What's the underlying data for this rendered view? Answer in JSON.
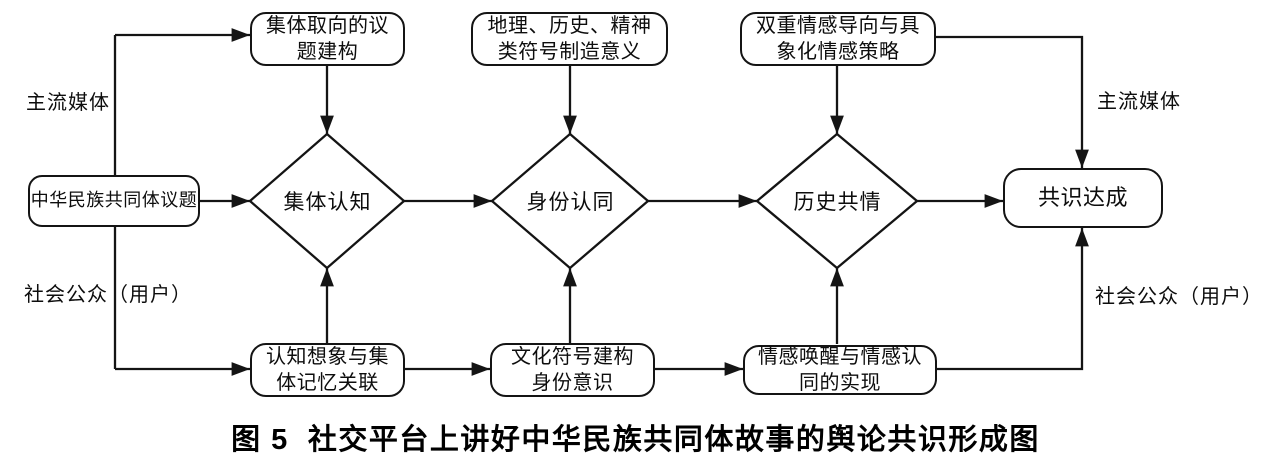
{
  "caption": "图 5  社交平台上讲好中华民族共同体故事的舆论共识形成图",
  "nodes": {
    "source": "中华民族共同体议题",
    "result": "共识达成",
    "top_row": [
      "集体取向的议题建构",
      "地理、历史、精神类符号制造意义",
      "双重情感导向与具象化情感策略"
    ],
    "middle_row": [
      "集体认知",
      "身份认同",
      "历史共情"
    ],
    "bottom_row": [
      "认知想象与集体记忆关联",
      "文化符号建构身份意识",
      "情感唤醒与情感认同的实现"
    ]
  },
  "edge_labels": {
    "top_left": "主流媒体",
    "bottom_left": "社会公众（用户）",
    "top_right": "主流媒体",
    "bottom_right": "社会公众（用户）"
  },
  "colors": {
    "ink": "#141414",
    "background": "#ffffff"
  }
}
